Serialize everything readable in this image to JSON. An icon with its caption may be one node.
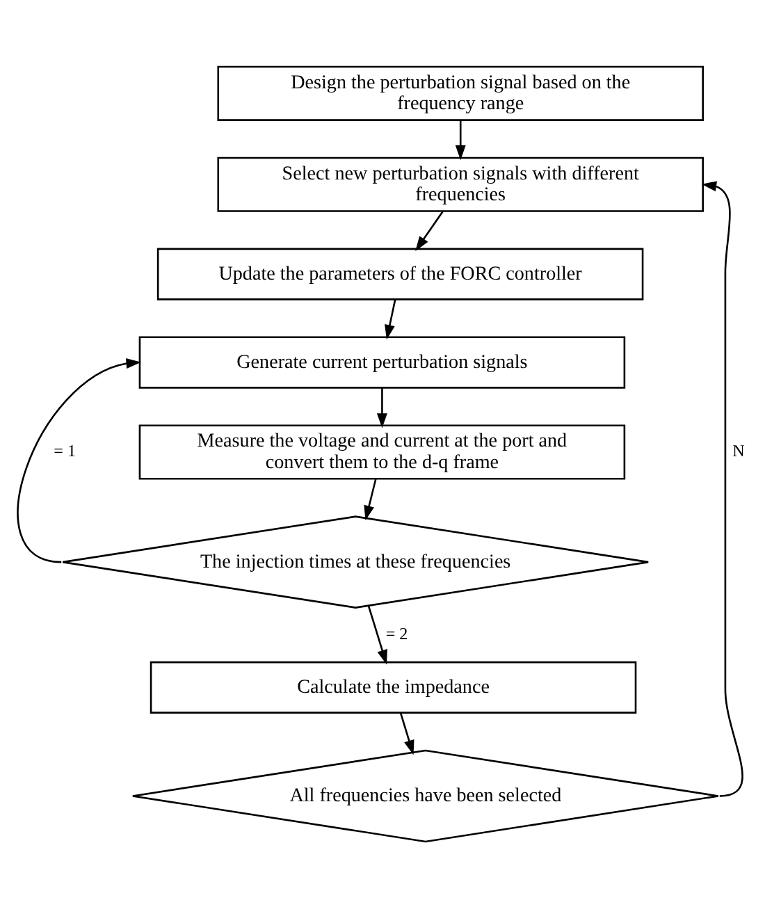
{
  "diagram": {
    "nodes": [
      {
        "text": [
          "Design the perturbation signal based on the frequency range"
        ]
      },
      {
        "text": [
          "Select new perturbation signals with different frequencies"
        ]
      },
      {
        "text": [
          "Update the parameters of the FORC controller"
        ]
      },
      {
        "text": [
          "Generate current perturbation signals"
        ]
      },
      {
        "text": [
          "Measure the voltage and current at the port and convert them to the d-q frame"
        ]
      },
      {
        "text": [
          "The injection times at these frequencies"
        ]
      },
      {
        "text": [
          "Calculate the impedance"
        ]
      },
      {
        "text": [
          "All frequencies have been selected"
        ]
      }
    ],
    "edges": [
      {
        "from": 0,
        "to": 1,
        "arrow": "to"
      },
      {
        "from": 1,
        "to": 2,
        "arrow": "to"
      },
      {
        "from": 2,
        "to": 3,
        "arrow": "to"
      },
      {
        "from": 3,
        "to": 4,
        "arrow": "to"
      },
      {
        "from": 4,
        "to": 5,
        "arrow": "to"
      },
      {
        "from": 5,
        "to": 3,
        "arrow": "to",
        "label": "= 1"
      },
      {
        "from": 5,
        "to": 6,
        "arrow": "to",
        "label": "= 2"
      },
      {
        "from": 6,
        "to": 7,
        "arrow": "to"
      },
      {
        "from": 7,
        "to": 1,
        "arrow": "to",
        "label": "N"
      }
    ]
  }
}
